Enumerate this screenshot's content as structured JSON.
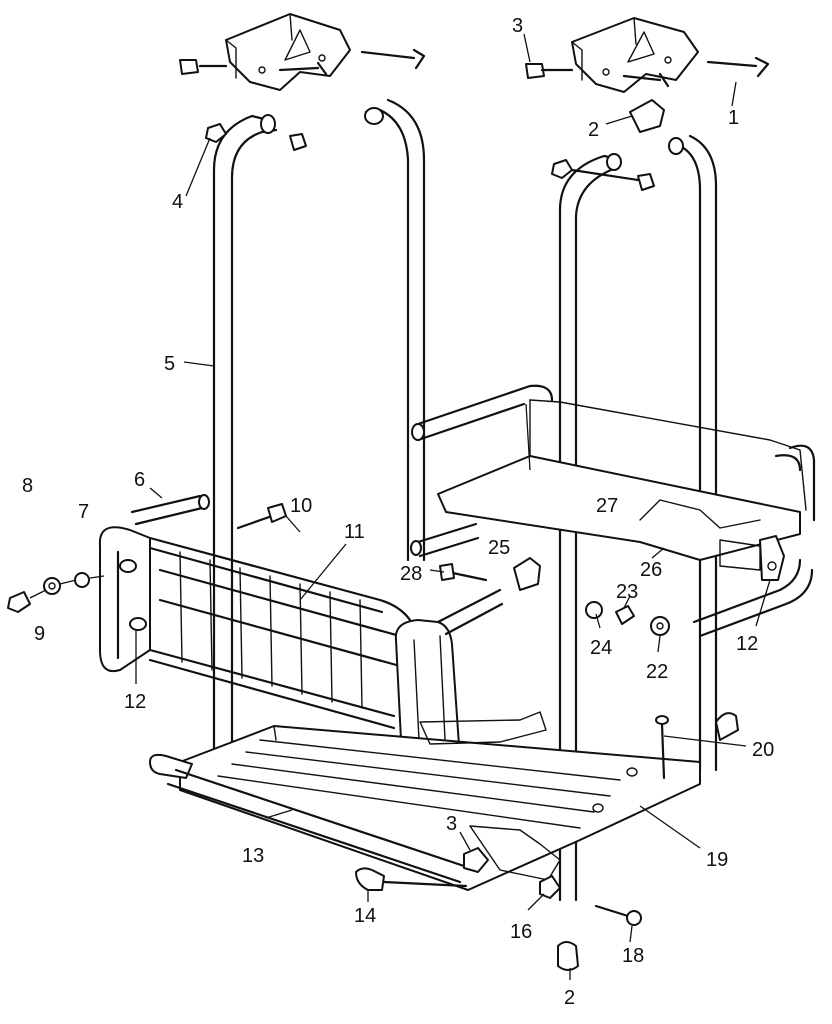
{
  "diagram": {
    "callouts": {
      "c1": "1",
      "c2a": "2",
      "c2b": "2",
      "c3a": "3",
      "c3b": "3",
      "c4": "4",
      "c5": "5",
      "c6": "6",
      "c7": "7",
      "c8": "8",
      "c9": "9",
      "c10": "10",
      "c11": "11",
      "c12a": "12",
      "c12b": "12",
      "c13": "13",
      "c14": "14",
      "c16": "16",
      "c18": "18",
      "c19": "19",
      "c20": "20",
      "c22": "22",
      "c23": "23",
      "c24": "24",
      "c25": "25",
      "c26": "26",
      "c27": "27",
      "c28": "28"
    }
  }
}
